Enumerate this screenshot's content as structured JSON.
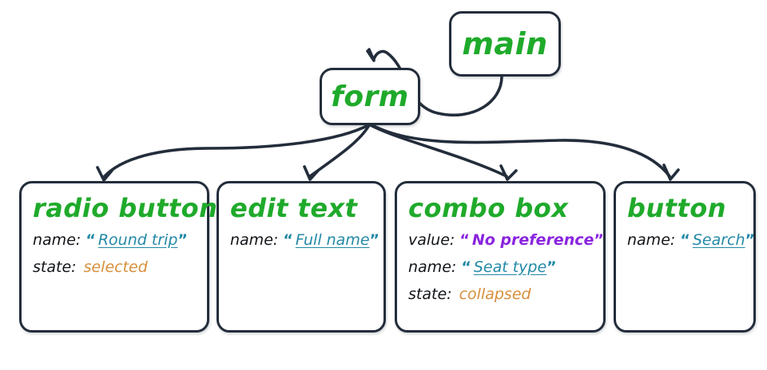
{
  "diagram": {
    "type": "accessibility-tree",
    "background": "#ffffff",
    "colors": {
      "node_border": "#232d3b",
      "title_green": "#1faa2b",
      "label_black": "#111418",
      "name_teal": "#2389a6",
      "value_purple": "#8a24de",
      "state_orange": "#d78f3c"
    },
    "nodes": {
      "main": {
        "title": "main"
      },
      "form": {
        "title": "form"
      },
      "radio_button": {
        "title": "radio button",
        "props": [
          {
            "key": "name:",
            "value": "Round trip",
            "kind": "name",
            "quoted": true
          },
          {
            "key": "state:",
            "value": "selected",
            "kind": "state",
            "quoted": false
          }
        ]
      },
      "edit_text": {
        "title": "edit text",
        "props": [
          {
            "key": "name:",
            "value": "Full name",
            "kind": "name",
            "quoted": true
          }
        ]
      },
      "combo_box": {
        "title": "combo box",
        "props": [
          {
            "key": "value:",
            "value": "No preference",
            "kind": "value",
            "quoted": true
          },
          {
            "key": "name:",
            "value": "Seat type",
            "kind": "name",
            "quoted": true
          },
          {
            "key": "state:",
            "value": "collapsed",
            "kind": "state",
            "quoted": false
          }
        ]
      },
      "button": {
        "title": "button",
        "props": [
          {
            "key": "name:",
            "value": "Search",
            "kind": "name",
            "quoted": true
          }
        ]
      }
    },
    "edges": [
      {
        "from": "main",
        "to": "form",
        "arrow": "down"
      },
      {
        "from": "form",
        "to": "radio button",
        "arrow": "down"
      },
      {
        "from": "form",
        "to": "edit text",
        "arrow": "down"
      },
      {
        "from": "form",
        "to": "combo box",
        "arrow": "down"
      },
      {
        "from": "form",
        "to": "button",
        "arrow": "down"
      }
    ],
    "quotes": {
      "open": "“",
      "close": "”"
    }
  }
}
